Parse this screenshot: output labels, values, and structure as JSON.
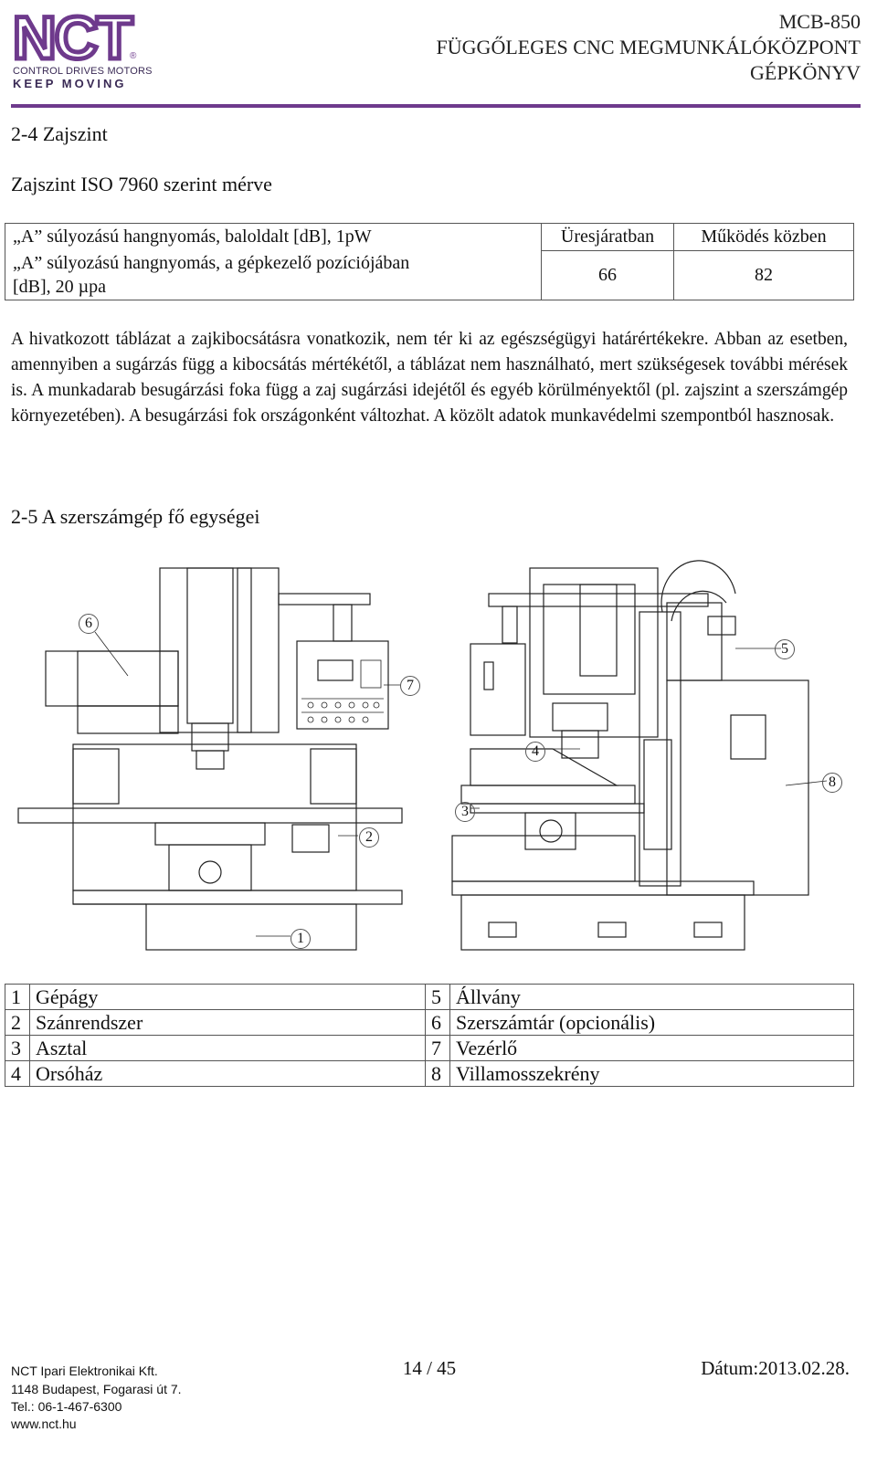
{
  "header": {
    "logo_text": "NCT",
    "logo_tag_line1": "CONTROL DRIVES MOTORS",
    "logo_tag_line2": "KEEP MOVING",
    "model": "MCB-850",
    "title_line1": "FÜGGŐLEGES CNC MEGMUNKÁLÓKÖZPONT",
    "title_line2": "GÉPKÖNYV",
    "accent_color": "#6e3a8c"
  },
  "section_noise": {
    "heading": "2-4 Zajszint",
    "subheading": "Zajszint ISO 7960 szerint mérve",
    "table": {
      "row1_label": "„A” súlyozású hangnyomás, baloldalt [dB], 1pW",
      "row2_label_line1": "„A” súlyozású hangnyomás, a gépkezelő pozíciójában",
      "row2_label_line2": "[dB], 20 µpa",
      "col_idle": "Üresjáratban",
      "col_running": "Működés közben",
      "val_idle": "66",
      "val_running": "82"
    },
    "paragraph": "A hivatkozott táblázat a zajkibocsátásra vonatkozik, nem tér ki az egészségügyi határértékekre. Abban az esetben, amennyiben a sugárzás függ a kibocsátás mértékétől, a táblázat nem használható, mert szükségesek további mérések is. A munkadarab besugárzási foka függ a zaj sugárzási idejétől és egyéb körülményektől (pl. zajszint a szerszámgép környezetében). A besugárzási fok országonként változhat. A közölt adatok munkavédelmi szempontból hasznosak."
  },
  "section_units": {
    "heading": "2-5 A szerszámgép fő egységei",
    "callouts": [
      "1",
      "2",
      "3",
      "4",
      "5",
      "6",
      "7",
      "8"
    ],
    "parts": [
      {
        "num": "1",
        "name": "Gépágy",
        "num2": "5",
        "name2": "Állvány"
      },
      {
        "num": "2",
        "name": "Szánrendszer",
        "num2": "6",
        "name2": "Szerszámtár (opcionális)"
      },
      {
        "num": "3",
        "name": "Asztal",
        "num2": "7",
        "name2": "Vezérlő"
      },
      {
        "num": "4",
        "name": "Orsóház",
        "num2": "8",
        "name2": "Villamosszekrény"
      }
    ]
  },
  "footer": {
    "company": "NCT Ipari Elektronikai Kft.",
    "address": "1148 Budapest, Fogarasi út 7.",
    "phone": "Tel.: 06-1-467-6300",
    "web": "www.nct.hu",
    "page": "14 / 45",
    "date": "Dátum:2013.02.28."
  }
}
